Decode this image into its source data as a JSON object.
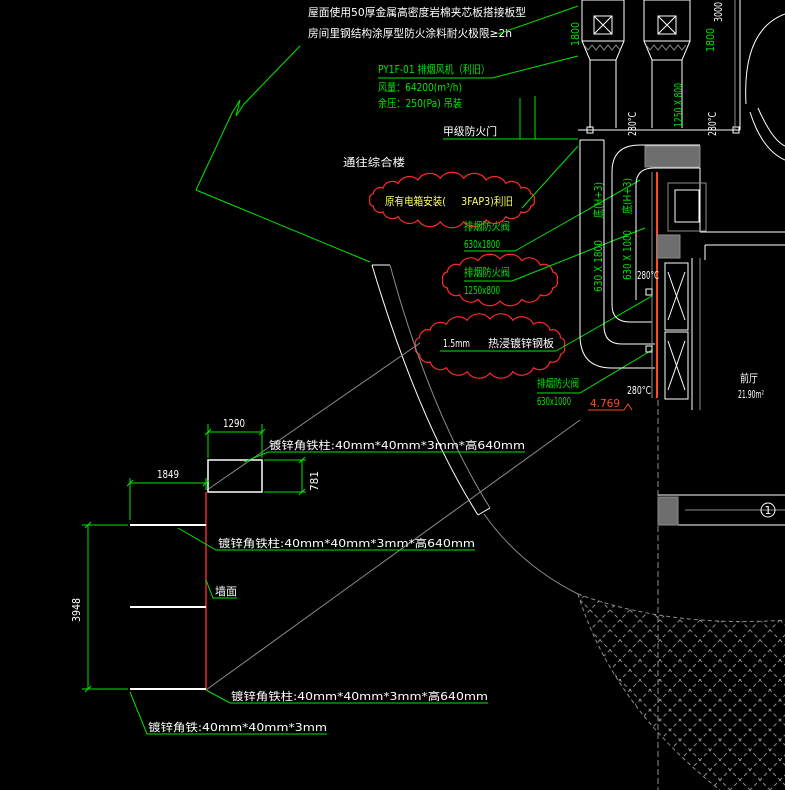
{
  "colors": {
    "bg": "#000000",
    "green": "#00e600",
    "white": "#ffffff",
    "red": "#ff2a2a",
    "grey": "#8c8c8c",
    "orange": "#ff4a1a",
    "yellow": "#ffff66",
    "block": "#6e6e6e"
  },
  "notes": {
    "roof_line1": "屋面使用50厚金属高密度岩棉夹芯板搭接板型",
    "roof_line2": "房间里钢结构涂厚型防火涂料耐火极限≥2h"
  },
  "fan": {
    "tag": "PY1F-01  排烟风机（利旧）",
    "airflow": "风量：64200(m³/h)",
    "pressure": "余压：250(Pa)  吊装"
  },
  "door_label": "甲级防火门",
  "direction_label": "通往综合楼",
  "revision_clouds": {
    "panel_note": "原有电箱安装(     3FAP3)利旧",
    "steel_thickness": "1.5mm",
    "steel_material": "热浸镀锌钢板"
  },
  "dampers": [
    {
      "name": "排烟防火阀",
      "size": "630x1800"
    },
    {
      "name": "排烟防火阀",
      "size": "1250x800"
    },
    {
      "name": "排烟防火阀",
      "size": "630x1000"
    }
  ],
  "duct_labels": {
    "fan_left_size": "1800",
    "fan_right_size": "1800",
    "top_right_value": "3000",
    "riser_size": "1250 X 800",
    "duct_left_size": "630 X 1800",
    "duct_right_size": "630 X 1000",
    "duct_left_elev": "底(H+3)",
    "duct_right_elev": "底(H+3)"
  },
  "temperatures": {
    "riser_left": "280°C",
    "riser_right": "280°C",
    "damper_mid": "280°C",
    "damper_low": "280°C"
  },
  "elevation_mark": "4.769",
  "room": {
    "name": "前厅",
    "area": "21.90m²"
  },
  "grid_mark": "1",
  "detail": {
    "dim_top": "1290",
    "dim_left": "1849",
    "dim_height": "781",
    "dim_span": "3948",
    "post_note_top": "镀锌角铁柱:40mm*40mm*3mm*高640mm",
    "post_note_mid": "镀锌角铁柱:40mm*40mm*3mm*高640mm",
    "wall_label": "墙面",
    "post_note_bottom": "镀锌角铁柱:40mm*40mm*3mm*高640mm",
    "angle_note": "镀锌角铁:40mm*40mm*3mm"
  }
}
